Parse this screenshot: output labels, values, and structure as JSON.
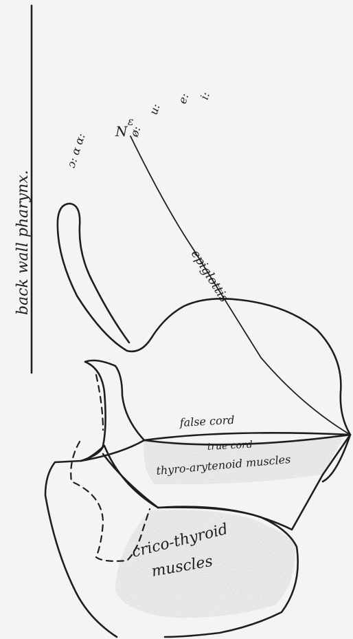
{
  "labels": {
    "back_wall": "back wall pharynx.",
    "epiglottis": "epiglottis",
    "false_cord": "false cord",
    "true_cord": "true cord",
    "thyro_arytenoid": "thyro-arytenoid muscles",
    "crico_thyroid_line1": "crico-thyroid",
    "crico_thyroid_line2": "muscles"
  },
  "vowel_marks": [
    "ɔ: ɑ ɑ:",
    "N",
    "ɛ",
    "ø:",
    "u:",
    "e:",
    "i:"
  ],
  "colors": {
    "ink": "#1e1e1e",
    "paper": "#f4f4f2",
    "shade": "#b8b8b8"
  }
}
